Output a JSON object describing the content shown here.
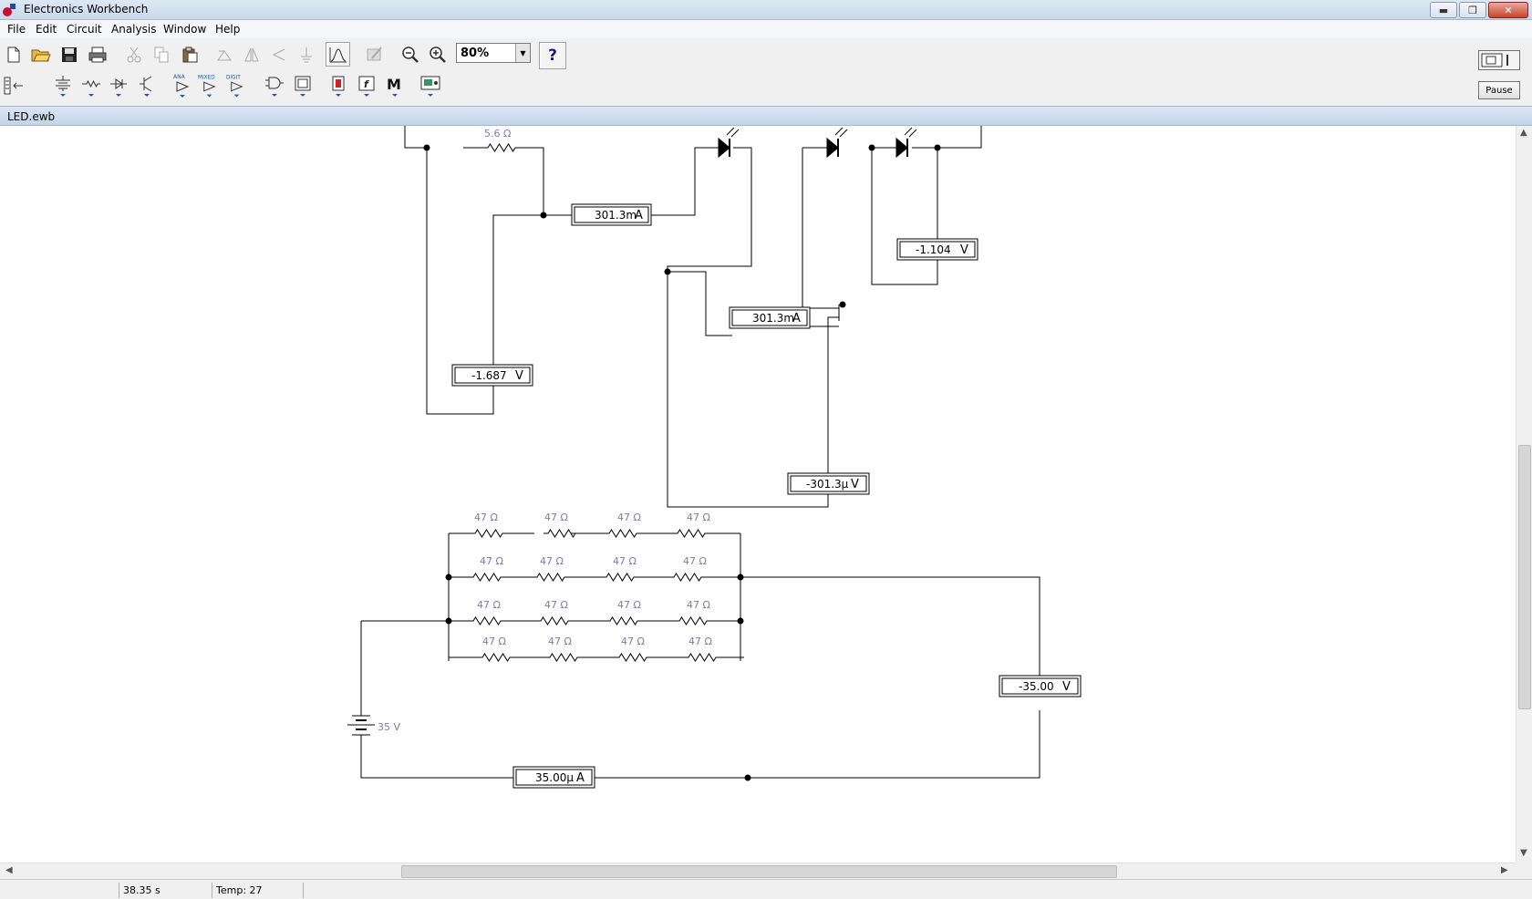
{
  "window": {
    "title": "Electronics Workbench"
  },
  "menu": {
    "file": "File",
    "edit": "Edit",
    "circuit": "Circuit",
    "analysis": "Analysis",
    "window": "Window",
    "help": "Help"
  },
  "toolbar": {
    "zoom_value": "80%",
    "help_label": "?",
    "pause_label": "Pause",
    "ana_label": "ANA",
    "mixed_label": "MIXED",
    "digit_label": "DIGIT",
    "misc_label": "M"
  },
  "document": {
    "title": "LED.ewb"
  },
  "circuit": {
    "resistor_top": "5.6 Ω",
    "ammeter_1": "301.3m",
    "ammeter_2": "301.3m",
    "ammeter_3": "35.00μ",
    "voltmeter_1": "-1.687",
    "voltmeter_2": "-1.104",
    "voltmeter_3": "-301.3μ",
    "voltmeter_4": "-35.00",
    "battery": "35 V",
    "resistor_grid": "47 Ω",
    "unit_a": "A",
    "unit_v": "V"
  },
  "status": {
    "time": "38.35 s",
    "temp": "Temp:  27"
  }
}
